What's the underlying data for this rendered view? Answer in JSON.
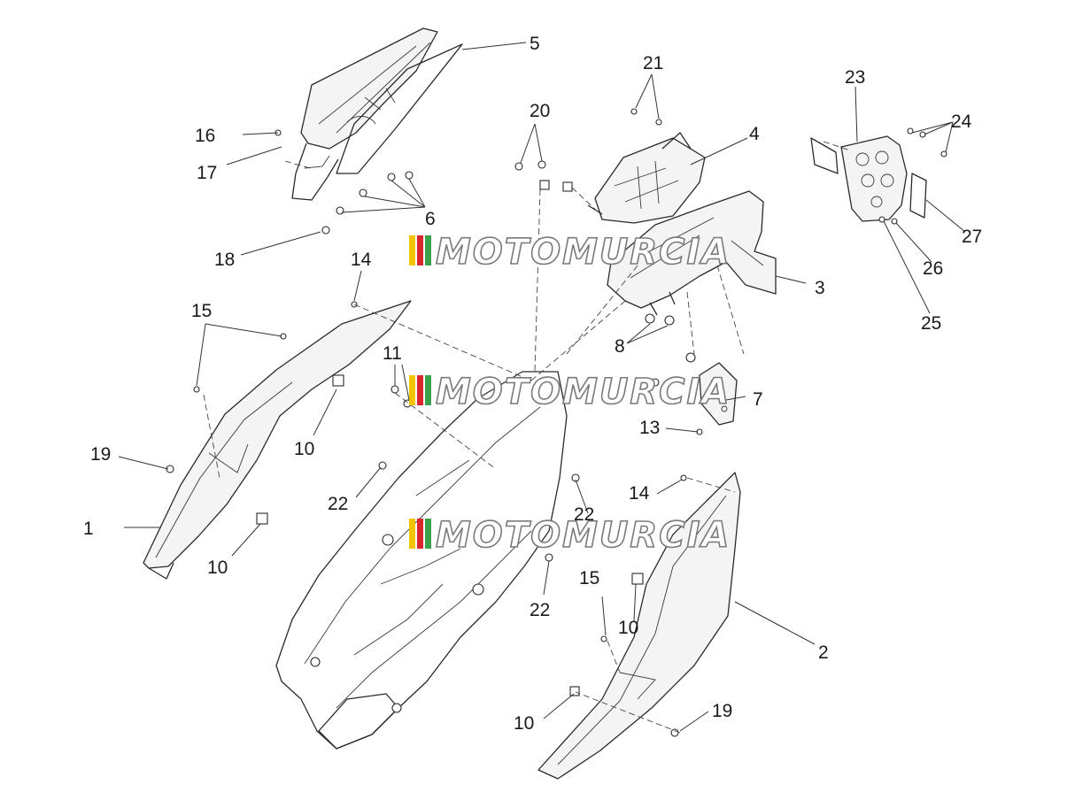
{
  "watermark": {
    "text": "MOTOMURCIA",
    "stripe_colors": [
      "#f5c400",
      "#d9262c",
      "#3aa24a",
      "#9a9a9a"
    ]
  },
  "callouts": [
    {
      "id": "c1",
      "label": "1"
    },
    {
      "id": "c2",
      "label": "2"
    },
    {
      "id": "c3",
      "label": "3"
    },
    {
      "id": "c4",
      "label": "4"
    },
    {
      "id": "c5",
      "label": "5"
    },
    {
      "id": "c6",
      "label": "6"
    },
    {
      "id": "c7",
      "label": "7"
    },
    {
      "id": "c8",
      "label": "8"
    },
    {
      "id": "c10a",
      "label": "10"
    },
    {
      "id": "c10b",
      "label": "10"
    },
    {
      "id": "c10c",
      "label": "10"
    },
    {
      "id": "c10d",
      "label": "10"
    },
    {
      "id": "c11",
      "label": "11"
    },
    {
      "id": "c13",
      "label": "13"
    },
    {
      "id": "c14a",
      "label": "14"
    },
    {
      "id": "c14b",
      "label": "14"
    },
    {
      "id": "c15a",
      "label": "15"
    },
    {
      "id": "c15b",
      "label": "15"
    },
    {
      "id": "c16",
      "label": "16"
    },
    {
      "id": "c17",
      "label": "17"
    },
    {
      "id": "c18",
      "label": "18"
    },
    {
      "id": "c19a",
      "label": "19"
    },
    {
      "id": "c19b",
      "label": "19"
    },
    {
      "id": "c20",
      "label": "20"
    },
    {
      "id": "c21",
      "label": "21"
    },
    {
      "id": "c22a",
      "label": "22"
    },
    {
      "id": "c22b",
      "label": "22"
    },
    {
      "id": "c22c",
      "label": "22"
    },
    {
      "id": "c23",
      "label": "23"
    },
    {
      "id": "c24",
      "label": "24"
    },
    {
      "id": "c25",
      "label": "25"
    },
    {
      "id": "c26",
      "label": "26"
    },
    {
      "id": "c27",
      "label": "27"
    }
  ]
}
